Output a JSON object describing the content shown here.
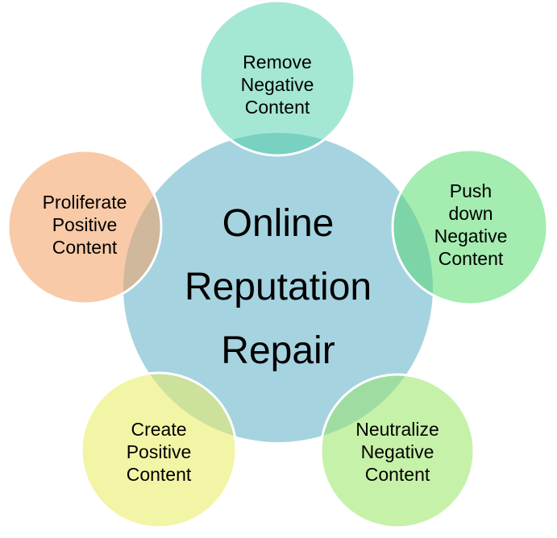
{
  "diagram": {
    "title": "Online Reputation Repair",
    "center": {
      "lines": [
        "Online",
        "Reputation",
        "Repair"
      ],
      "color": "#a6d3e0"
    },
    "nodes": [
      {
        "id": "remove",
        "lines": [
          "Remove",
          "Negative",
          "Content"
        ],
        "color": "#a4e7d4",
        "overlap_color": "#78d1c1"
      },
      {
        "id": "push-down",
        "lines": [
          "Push",
          "down",
          "Negative",
          "Content"
        ],
        "color": "#a4ecb0",
        "overlap_color": "#7dd5a7"
      },
      {
        "id": "neutralize",
        "lines": [
          "Neutralize",
          "Negative",
          "Content"
        ],
        "color": "#c6f1a8",
        "overlap_color": "#9edca2"
      },
      {
        "id": "create",
        "lines": [
          "Create",
          "Positive",
          "Content"
        ],
        "color": "#f3f5a6",
        "overlap_color": "#cbe19c"
      },
      {
        "id": "proliferate",
        "lines": [
          "Proliferate",
          "Positive",
          "Content"
        ],
        "color": "#f8caa7",
        "overlap_color": "#cfb89c"
      }
    ]
  }
}
